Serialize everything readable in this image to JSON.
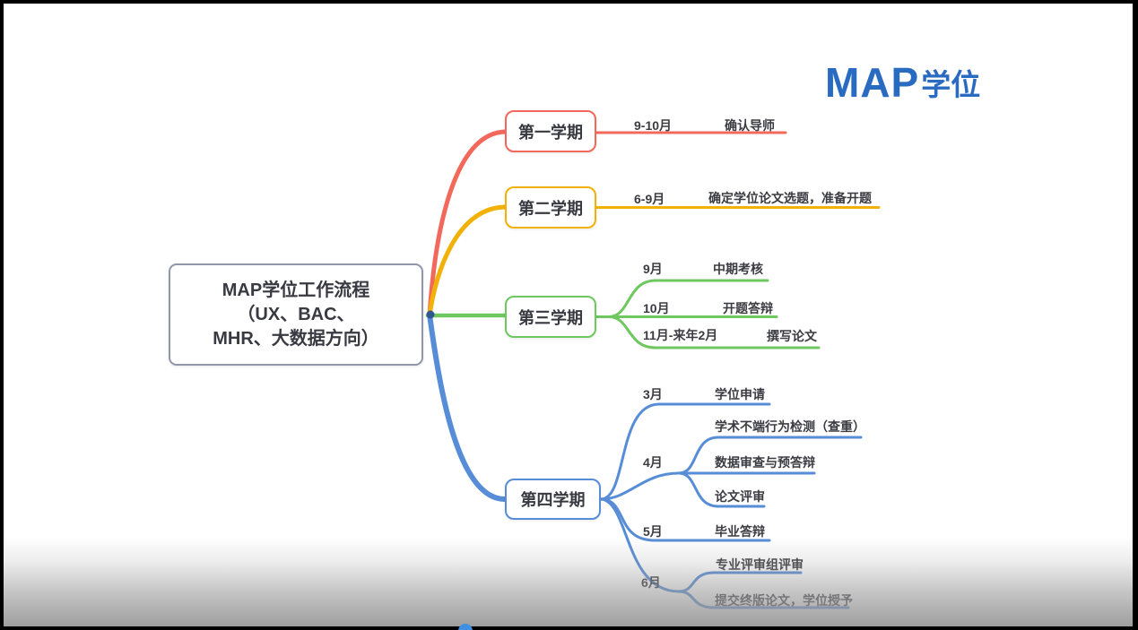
{
  "logo": {
    "text_latin": "MAP",
    "text_cjk": "学位",
    "color": "#2a6bc2"
  },
  "root_node": {
    "lines": [
      "MAP学位工作流程",
      "（UX、BAC、",
      "MHR、大数据方向）"
    ],
    "border_color": "#9196a9"
  },
  "branches": [
    {
      "label": "第一学期",
      "color": "#f2695c",
      "items": [
        {
          "period": "9-10月",
          "task": "确认导师"
        }
      ]
    },
    {
      "label": "第二学期",
      "color": "#f2b107",
      "items": [
        {
          "period": "6-9月",
          "task": "确定学位论文选题，准备开题"
        }
      ]
    },
    {
      "label": "第三学期",
      "color": "#6fc760",
      "items": [
        {
          "period": "9月",
          "task": "中期考核"
        },
        {
          "period": "10月",
          "task": "开题答辩"
        },
        {
          "period": "11月-来年2月",
          "task": "撰写论文"
        }
      ]
    },
    {
      "label": "第四学期",
      "color": "#578dd6",
      "items": [
        {
          "period": "3月",
          "task": "学位申请"
        },
        {
          "period": "4月",
          "tasks": [
            "学术不端行为检测（查重）",
            "数据审查与预答辩",
            "论文评审"
          ]
        },
        {
          "period": "5月",
          "task": "毕业答辩"
        },
        {
          "period": "6月",
          "tasks": [
            "专业评审组评审",
            "提交终版论文，学位授予"
          ]
        }
      ]
    }
  ]
}
